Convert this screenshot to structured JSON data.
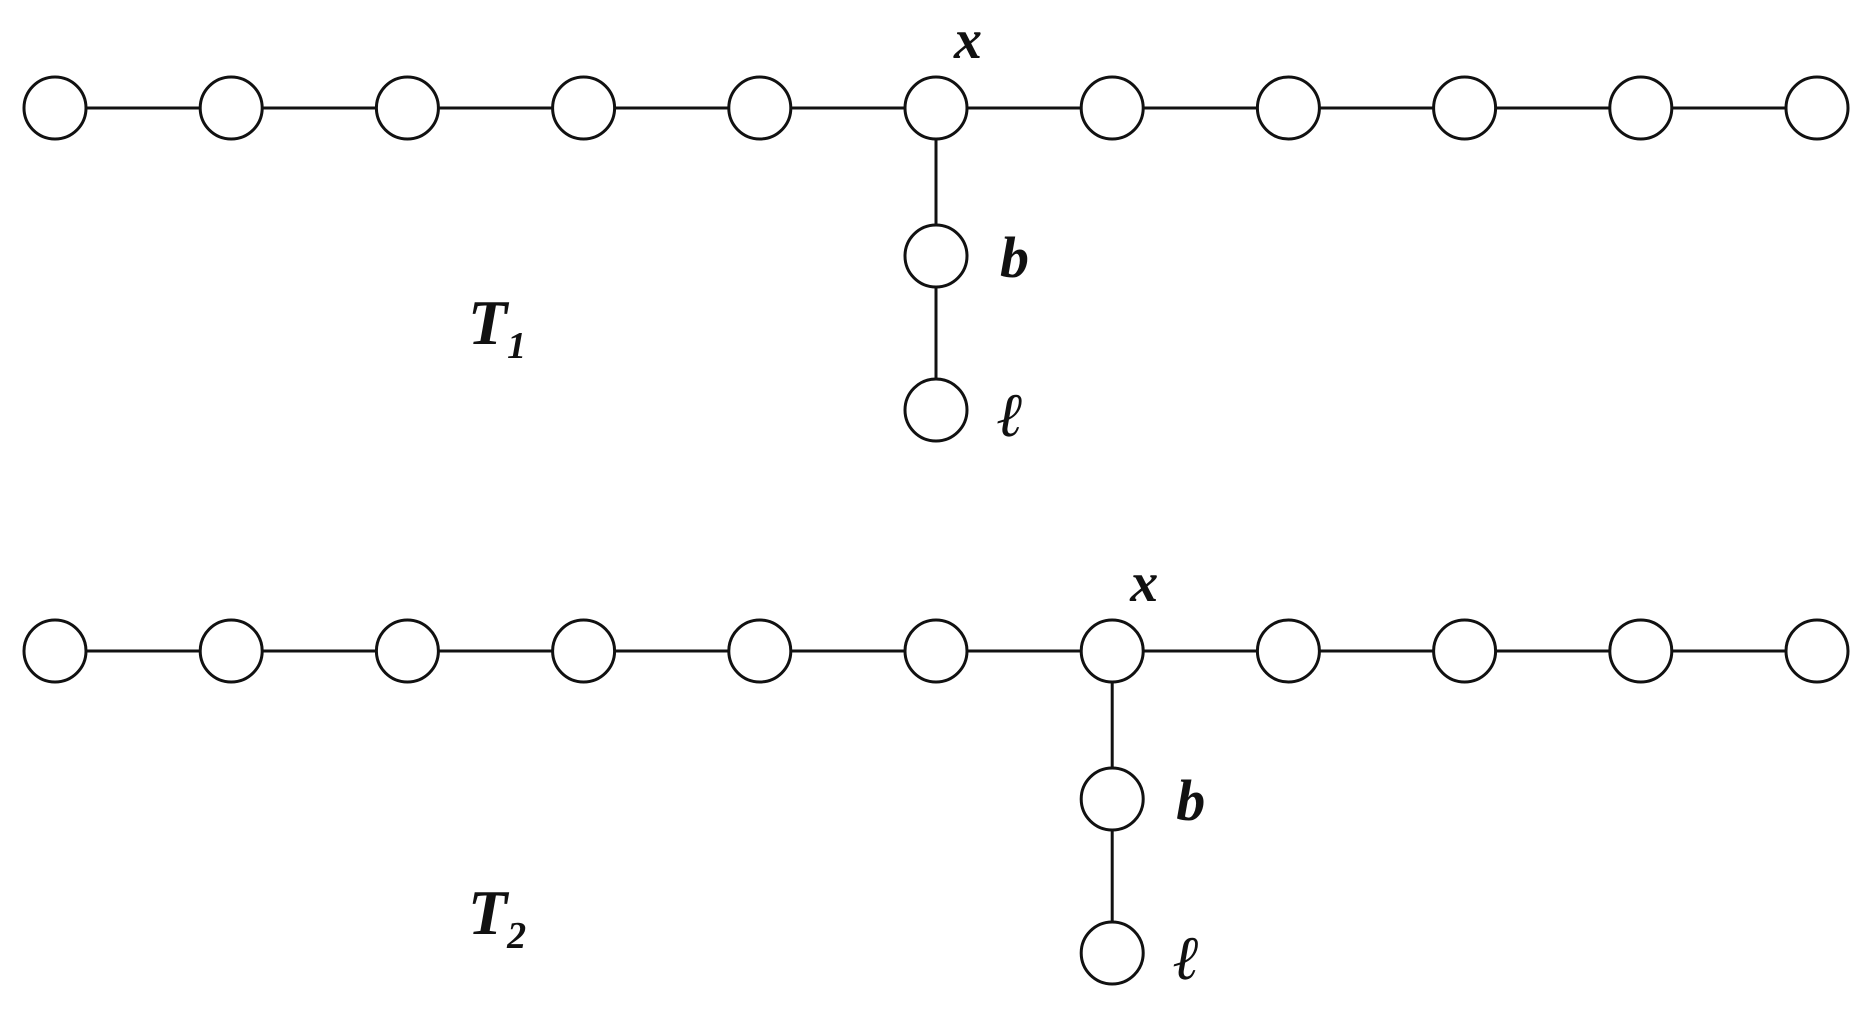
{
  "diagram": {
    "trees": [
      {
        "name": "T",
        "subscript": "1",
        "path_length": 11,
        "branch_at": 6,
        "labels": {
          "branch": "x",
          "middle": "b",
          "leaf": "ℓ"
        }
      },
      {
        "name": "T",
        "subscript": "2",
        "path_length": 11,
        "branch_at": 7,
        "labels": {
          "branch": "x",
          "middle": "b",
          "leaf": "ℓ"
        }
      }
    ],
    "colors": {
      "stroke": "#111111",
      "node_fill": "#ffffff",
      "background": "#ffffff"
    }
  }
}
